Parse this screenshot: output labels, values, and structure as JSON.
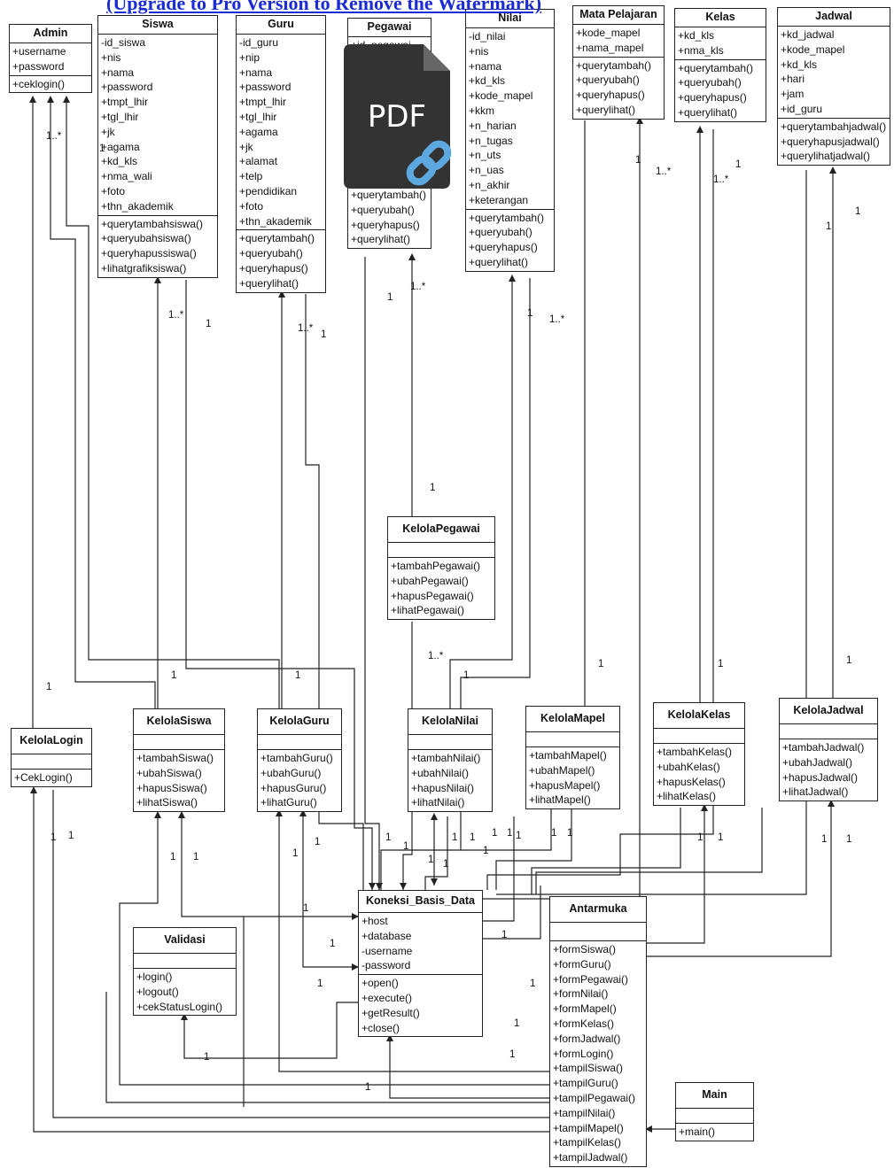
{
  "watermark": "(Upgrade to Pro Version to Remove the Watermark)",
  "pdf_icon": {
    "label": "PDF",
    "semantic": "pdf-link-icon"
  },
  "classes": {
    "admin": {
      "name": "Admin",
      "attributes": [
        "+username",
        "+password"
      ],
      "methods": [
        "+ceklogin()"
      ]
    },
    "siswa": {
      "name": "Siswa",
      "attributes": [
        "-id_siswa",
        "+nis",
        "+nama",
        "+password",
        "+tmpt_lhir",
        "+tgl_lhir",
        "+jk",
        "+agama",
        "+kd_kls",
        "+nma_wali",
        "+foto",
        "+thn_akademik"
      ],
      "methods": [
        "+querytambahsiswa()",
        "+queryubahsiswa()",
        "+queryhapussiswa()",
        "+lihatgrafiksiswa()"
      ]
    },
    "guru": {
      "name": "Guru",
      "attributes": [
        "-id_guru",
        "+nip",
        "+nama",
        "+password",
        "+tmpt_lhir",
        "+tgl_lhir",
        "+agama",
        "+jk",
        "+alamat",
        "+telp",
        "+pendidikan",
        "+foto",
        "+thn_akademik"
      ],
      "methods": [
        "+querytambah()",
        "+queryubah()",
        "+queryhapus()",
        "+querylihat()"
      ]
    },
    "pegawai": {
      "name": "Pegawai",
      "attributes": [
        "+id_pegawai"
      ],
      "methods": [
        "+querytambah()",
        "+queryubah()",
        "+queryhapus()",
        "+querylihat()"
      ]
    },
    "nilai": {
      "name": "Nilai",
      "attributes": [
        "-id_nilai",
        "+nis",
        "+nama",
        "+kd_kls",
        "+kode_mapel",
        "+kkm",
        "+n_harian",
        "+n_tugas",
        "+n_uts",
        "+n_uas",
        "+n_akhir",
        "+keterangan"
      ],
      "methods": [
        "+querytambah()",
        "+queryubah()",
        "+queryhapus()",
        "+querylihat()"
      ]
    },
    "mapel": {
      "name": "Mata Pelajaran",
      "attributes": [
        "+kode_mapel",
        "+nama_mapel"
      ],
      "methods": [
        "+querytambah()",
        "+queryubah()",
        "+queryhapus()",
        "+querylihat()"
      ]
    },
    "kelas": {
      "name": "Kelas",
      "attributes": [
        "+kd_kls",
        "+nma_kls"
      ],
      "methods": [
        "+querytambah()",
        "+queryubah()",
        "+queryhapus()",
        "+querylihat()"
      ]
    },
    "jadwal": {
      "name": "Jadwal",
      "attributes": [
        "+kd_jadwal",
        "+kode_mapel",
        "+kd_kls",
        "+hari",
        "+jam",
        "+id_guru"
      ],
      "methods": [
        "+querytambahjadwal()",
        "+queryhapusjadwal()",
        "+querylihatjadwal()"
      ]
    },
    "kelolapegawai": {
      "name": "KelolaPegawai",
      "attributes": [],
      "methods": [
        "+tambahPegawai()",
        "+ubahPegawai()",
        "+hapusPegawai()",
        "+lihatPegawai()"
      ]
    },
    "kelolalogin": {
      "name": "KelolaLogin",
      "attributes": [],
      "methods": [
        "+CekLogin()"
      ]
    },
    "kelolasiswa": {
      "name": "KelolaSiswa",
      "attributes": [],
      "methods": [
        "+tambahSiswa()",
        "+ubahSiswa()",
        "+hapusSiswa()",
        "+lihatSiswa()"
      ]
    },
    "kelolaguru": {
      "name": "KelolaGuru",
      "attributes": [],
      "methods": [
        "+tambahGuru()",
        "+ubahGuru()",
        "+hapusGuru()",
        "+lihatGuru()"
      ]
    },
    "kelolanilai": {
      "name": "KelolaNilai",
      "attributes": [],
      "methods": [
        "+tambahNilai()",
        "+ubahNilai()",
        "+hapusNilai()",
        "+lihatNilai()"
      ]
    },
    "kelolamapel": {
      "name": "KelolaMapel",
      "attributes": [],
      "methods": [
        "+tambahMapel()",
        "+ubahMapel()",
        "+hapusMapel()",
        "+lihatMapel()"
      ]
    },
    "kelolakelas": {
      "name": "KelolaKelas",
      "attributes": [],
      "methods": [
        "+tambahKelas()",
        "+ubahKelas()",
        "+hapusKelas()",
        "+lihatKelas()"
      ]
    },
    "kelolajadwal": {
      "name": "KelolaJadwal",
      "attributes": [],
      "methods": [
        "+tambahJadwal()",
        "+ubahJadwal()",
        "+hapusJadwal()",
        "+lihatJadwal()"
      ]
    },
    "validasi": {
      "name": "Validasi",
      "attributes": [],
      "methods": [
        "+login()",
        "+logout()",
        "+cekStatusLogin()"
      ]
    },
    "koneksi": {
      "name": "Koneksi_Basis_Data",
      "attributes": [
        "+host",
        "+database",
        "-username",
        "-password"
      ],
      "methods": [
        "+open()",
        "+execute()",
        "+getResult()",
        "+close()"
      ]
    },
    "antarmuka": {
      "name": "Antarmuka",
      "attributes": [],
      "methods": [
        "+formSiswa()",
        "+formGuru()",
        "+formPegawai()",
        "+formNilai()",
        "+formMapel()",
        "+formKelas()",
        "+formJadwal()",
        "+formLogin()",
        "+tampilSiswa()",
        "+tampilGuru()",
        "+tampilPegawai()",
        "+tampilNilai()",
        "+tampilMapel()",
        "+tampilKelas()",
        "+tampilJadwal()"
      ]
    },
    "main": {
      "name": "Main",
      "attributes": [],
      "methods": [
        "+main()"
      ]
    }
  },
  "multiplicities": [
    "1..*",
    "1",
    "1..*",
    "1",
    "1..*",
    "1",
    "1..*",
    "1",
    "1",
    "1..*",
    "1",
    "1..*",
    "1",
    "1..*",
    "1",
    "1..*",
    "1",
    "1",
    "1",
    "1",
    "1",
    "1",
    "1",
    "1",
    "1",
    "1",
    "1",
    "1",
    "1",
    "1",
    "1",
    "1",
    "1",
    "1",
    "1",
    "1",
    "1",
    "1",
    "1",
    "1",
    "1",
    "1",
    "1",
    "1",
    "1",
    "1",
    "1",
    "1",
    "1",
    "1",
    "1",
    "1",
    "1",
    "1",
    "1",
    "1"
  ]
}
